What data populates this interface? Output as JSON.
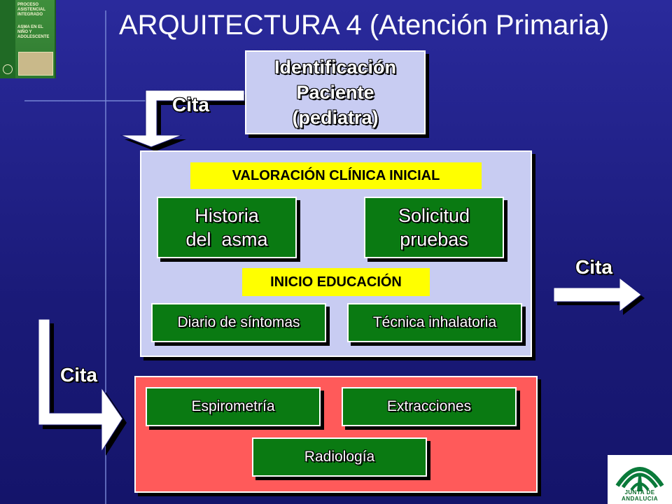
{
  "title": "ARQUITECTURA 4 (Atención Primaria)",
  "cover": {
    "lines": [
      "PROCESO",
      "ASISTENCIAL",
      "INTEGRADO",
      "",
      "ASMA EN EL",
      "NIÑO Y",
      "ADOLESCENTE"
    ]
  },
  "identification": {
    "lines": [
      "Identificación",
      "Paciente",
      "(pediatra)"
    ]
  },
  "cita_labels": {
    "top": "Cita",
    "right": "Cita",
    "left": "Cita"
  },
  "valoracion": {
    "header": "VALORACIÓN CLÍNICA INICIAL",
    "historia": [
      "Historia",
      "del  asma"
    ],
    "solicitud": [
      "Solicitud",
      "pruebas"
    ],
    "educacion_header": "INICIO EDUCACIÓN",
    "diario": "Diario de síntomas",
    "tecnica": "Técnica inhalatoria"
  },
  "pruebas": {
    "espirometria": "Espirometría",
    "extracciones": "Extracciones",
    "radiologia": "Radiología"
  },
  "logo": {
    "text": "JUNTA DE ANDALUCIA"
  },
  "colors": {
    "background": "#1f1f88",
    "panel_lavender": "#c8ccf2",
    "box_green": "#0a7a12",
    "label_yellow": "#ffff00",
    "panel_red": "#ff5a5a"
  }
}
